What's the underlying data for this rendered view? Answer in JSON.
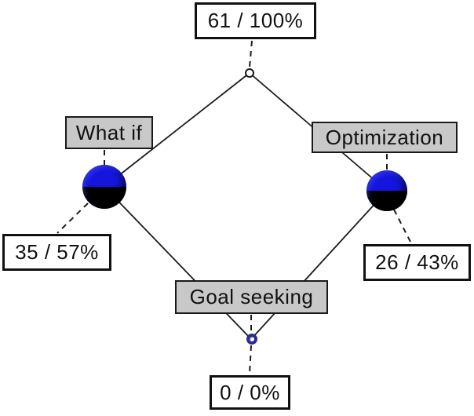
{
  "graph": {
    "root": {
      "count": "61 / 100%"
    },
    "what_if": {
      "label": "What if",
      "count": "35 / 57%"
    },
    "optimization": {
      "label": "Optimization",
      "count": "26 / 43%"
    },
    "goal_seeking": {
      "label": "Goal seeking",
      "count": "0 / 0%"
    }
  },
  "edges": [
    {
      "from": "root-node",
      "to": "what-if-node",
      "style": "solid"
    },
    {
      "from": "root-node",
      "to": "optimization-node",
      "style": "solid"
    },
    {
      "from": "what-if-node",
      "to": "goal-seeking-node",
      "style": "solid"
    },
    {
      "from": "optimization-node",
      "to": "goal-seeking-node",
      "style": "solid"
    },
    {
      "from": "root-count-box",
      "to": "root-node",
      "style": "dashed"
    },
    {
      "from": "what-if-label",
      "to": "what-if-node",
      "style": "dashed"
    },
    {
      "from": "optimization-label",
      "to": "optimization-node",
      "style": "dashed"
    },
    {
      "from": "what-if-node",
      "to": "what-if-count-box",
      "style": "dashed"
    },
    {
      "from": "optimization-node",
      "to": "optimization-count-box",
      "style": "dashed"
    },
    {
      "from": "goal-seeking-label",
      "to": "goal-seeking-node",
      "style": "dashed"
    },
    {
      "from": "goal-seeking-node",
      "to": "goal-seeking-count-box",
      "style": "dashed"
    }
  ],
  "colors": {
    "edge_color": "#1c1c1c",
    "label_bg": "#c8c8c8",
    "ball_top": "#1515dd",
    "ball_bottom": "#000000",
    "bottom_ring": "#2b2b96"
  }
}
